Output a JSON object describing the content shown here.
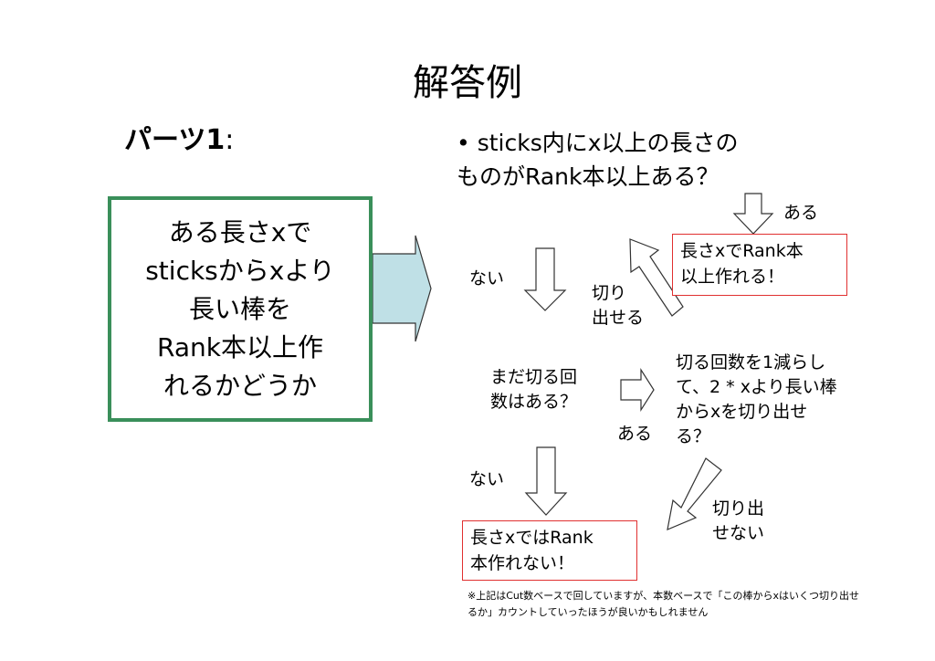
{
  "title": "解答例",
  "part_label": "パーツ1",
  "part_colon": ":",
  "main_box": "ある長さxで\nsticksからxより\n長い棒を\nRank本以上作\nれるかどうか",
  "question": "• sticks内にx以上の長さの\nものがRank本以上ある？",
  "label_aru_top": "ある",
  "success_box": "長さxでRank本\n以上作れる！",
  "label_nai_1": "ない",
  "label_kiri": "切り\n出せる",
  "cut_question": "まだ切る回\n数はある？",
  "reduce_question": "切る回数を1減らし\nて、2 * xより長い棒\nからxを切り出せ\nる？",
  "label_aru_mid": "ある",
  "label_nai_2": "ない",
  "label_kiridasenai": "切り出\nせない",
  "fail_box": "長さxではRank\n本作れない！",
  "note": "※上記はCut数ベースで回していますが、本数ベースで「この棒からxはいくつ切り出せるか」カウントしていったほうが良いかもしれません"
}
